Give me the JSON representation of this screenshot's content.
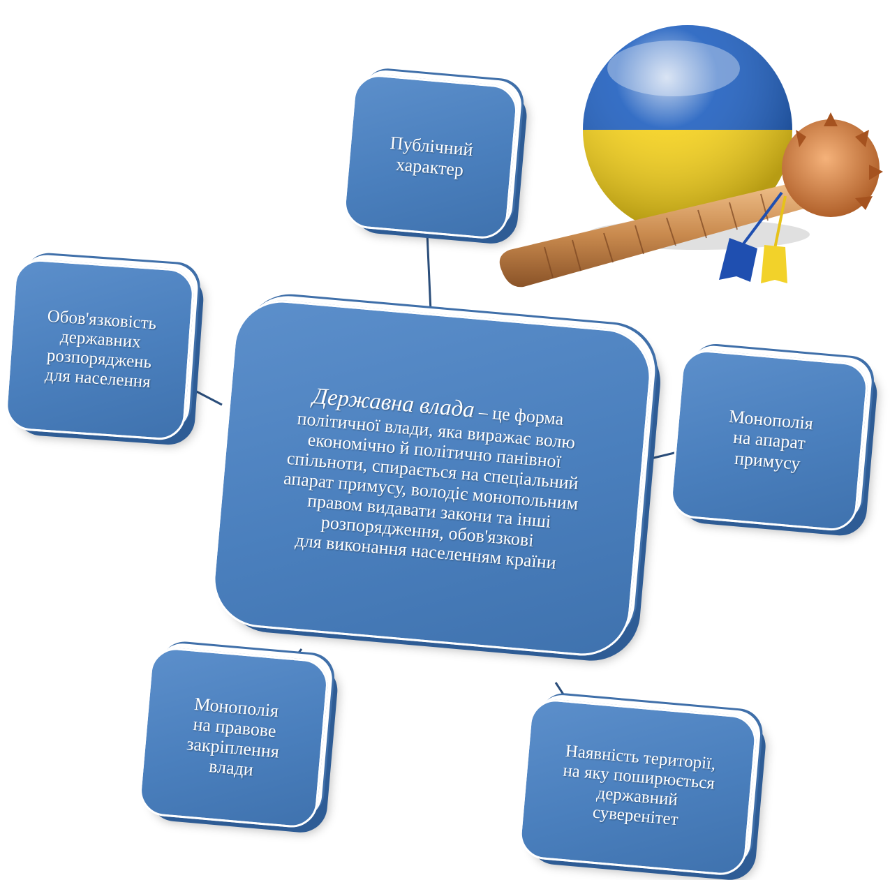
{
  "diagram": {
    "center": {
      "term": "Державна влада",
      "definition": " – це форма\nполітичної влади, яка виражає волю\nекономічно й політично панівної\nспільноти, спирається на спеціальний\nапарат примусу, володіє монопольним\nправом видавати закони та інші\nрозпорядження, обов'язкові\nдля виконання населенням країни"
    },
    "nodes": {
      "top": "Публічний\nхарактер",
      "left": "Обов'язковість\nдержавних\nрозпоряджень\nдля населення",
      "right": "Монополія\nна апарат\nпримусу",
      "bottom_left": "Монополія\nна правове\nзакріплення\nвлади",
      "bottom_right": "Наявність території,\nна яку поширюється\nдержавний\nсуверенітет"
    },
    "illustration": {
      "icon": "ukraine-flag-sphere-icon",
      "second_icon": "bulava-mace-icon",
      "flag_colors": [
        "#1f5fbf",
        "#f4d01a"
      ]
    },
    "colors": {
      "box_fill": "#4a7fbd",
      "box_depth": "#2e5c95",
      "connector": "#2a4d7a",
      "text": "#ffffff"
    }
  }
}
